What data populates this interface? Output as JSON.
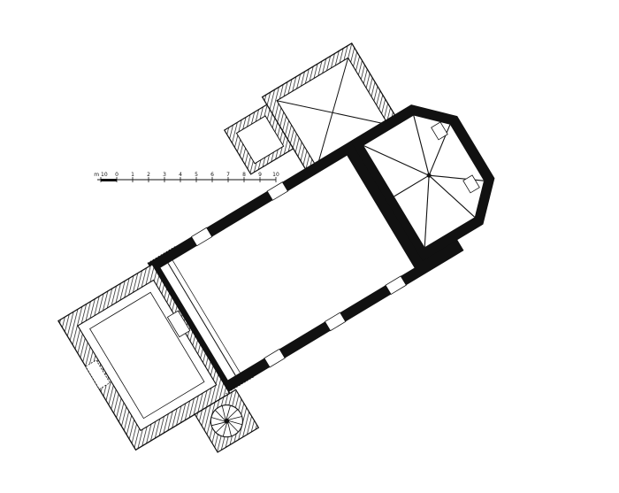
{
  "figure": {
    "kind": "architectural floor plan",
    "ink_color": "#111111",
    "background_color": "#ffffff",
    "hatch_style": "diagonal hatching for older masonry walls",
    "solid_style": "solid black for later masonry walls"
  },
  "scale_bar": {
    "labels": [
      "10",
      "0",
      "1",
      "2",
      "3",
      "4",
      "5",
      "6",
      "7",
      "8",
      "9",
      "10"
    ],
    "unit": "m"
  },
  "rooms": [
    "west tower / porch",
    "nave",
    "tower hall with cross vault",
    "polygonal apse with rib vault",
    "small annex",
    "spiral stair turret"
  ]
}
